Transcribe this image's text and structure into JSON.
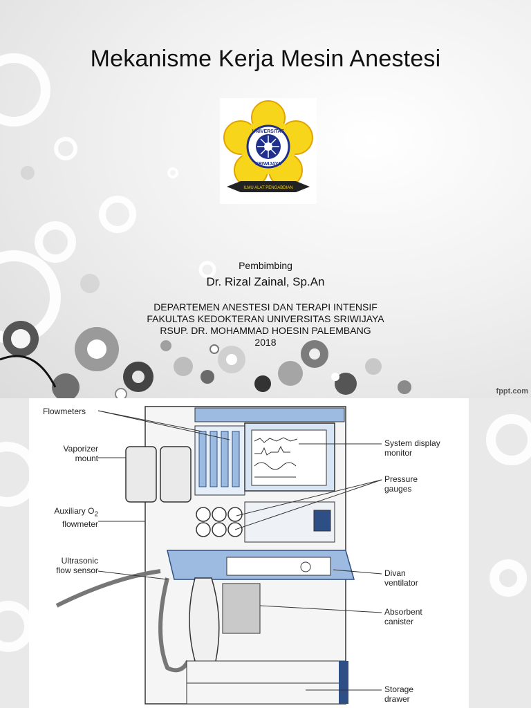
{
  "slide": {
    "title": "Mekanisme Kerja Mesin Anestesi",
    "pembimbing_label": "Pembimbing",
    "pembimbing_name": "Dr. Rizal Zainal, Sp.An",
    "affiliation": [
      "DEPARTEMEN ANESTESI DAN TERAPI INTENSIF",
      "FAKULTAS KEDOKTERAN UNIVERSITAS SRIWIJAYA",
      "RSUP. DR. MOHAMMAD HOESIN PALEMBANG",
      "2018"
    ],
    "watermark": "fppt.com",
    "logo": {
      "ring_text": "UNIVERSITAS SRIWIJAYA",
      "motto": "ILMU ALAT PENGABDIAN",
      "colors": {
        "petal": "#f7d51b",
        "petal_edge": "#e2a400",
        "center": "#1f2f8c",
        "ribbon": "#222222"
      }
    }
  },
  "figure": {
    "labels_left": {
      "flowmeters": "Flowmeters",
      "vaporizer_1": "Vaporizer",
      "vaporizer_2": "mount",
      "aux_1": "Auxiliary O",
      "aux_sub": "2",
      "aux_2": "flowmeter",
      "ultra_1": "Ultrasonic",
      "ultra_2": "flow sensor"
    },
    "labels_right": {
      "sdm_1": "System display",
      "sdm_2": "monitor",
      "press_1": "Pressure",
      "press_2": "gauges",
      "divan_1": "Divan",
      "divan_2": "ventilator",
      "abs_1": "Absorbent",
      "abs_2": "canister",
      "stor_1": "Storage",
      "stor_2": "drawer"
    },
    "colors": {
      "machine_blue": "#9dbbe0",
      "machine_dark": "#2d4f86",
      "frame": "#f5f5f5",
      "line": "#333333"
    }
  }
}
